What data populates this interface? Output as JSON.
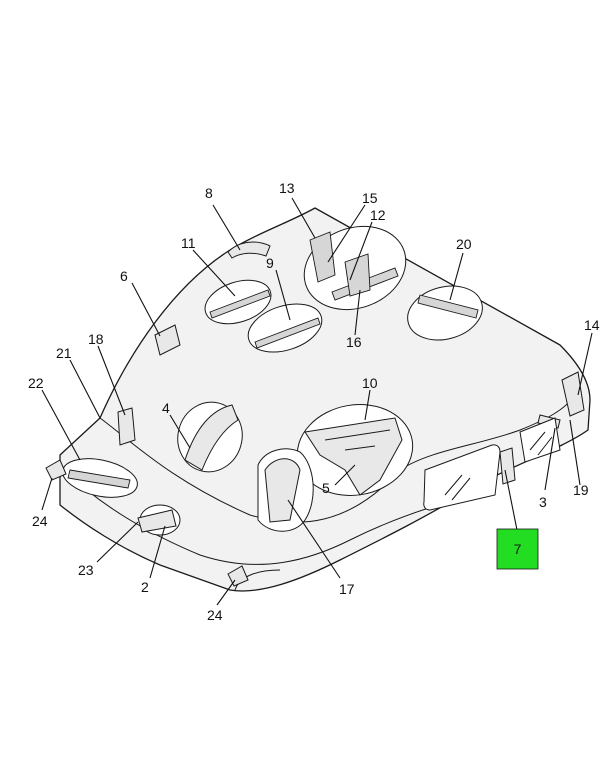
{
  "highlight": {
    "label": "7",
    "color": "#22dd22"
  },
  "callouts": [
    {
      "id": "c8",
      "label": "8"
    },
    {
      "id": "c13",
      "label": "13"
    },
    {
      "id": "c15",
      "label": "15"
    },
    {
      "id": "c12",
      "label": "12"
    },
    {
      "id": "c11",
      "label": "11"
    },
    {
      "id": "c9",
      "label": "9"
    },
    {
      "id": "c20",
      "label": "20"
    },
    {
      "id": "c6",
      "label": "6"
    },
    {
      "id": "c16",
      "label": "16"
    },
    {
      "id": "c14",
      "label": "14"
    },
    {
      "id": "c18",
      "label": "18"
    },
    {
      "id": "c21",
      "label": "21"
    },
    {
      "id": "c22",
      "label": "22"
    },
    {
      "id": "c10",
      "label": "10"
    },
    {
      "id": "c4",
      "label": "4"
    },
    {
      "id": "c5",
      "label": "5"
    },
    {
      "id": "c3",
      "label": "3"
    },
    {
      "id": "c19",
      "label": "19"
    },
    {
      "id": "c24a",
      "label": "24"
    },
    {
      "id": "c23",
      "label": "23"
    },
    {
      "id": "c2",
      "label": "2"
    },
    {
      "id": "c17",
      "label": "17"
    },
    {
      "id": "c24b",
      "label": "24"
    }
  ]
}
